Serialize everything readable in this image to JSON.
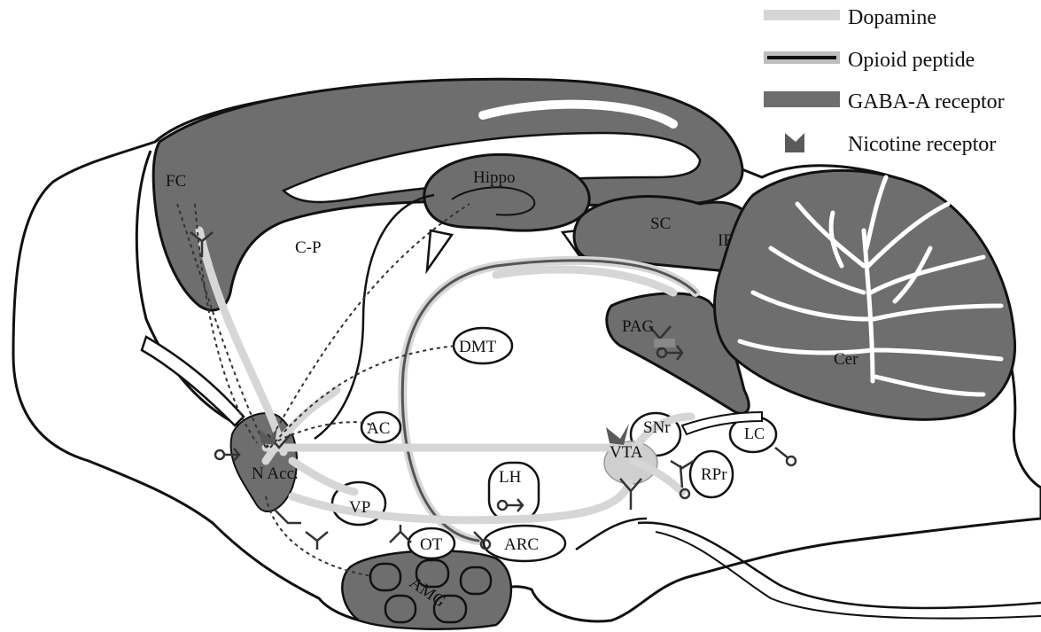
{
  "legend": {
    "items": [
      {
        "label": "Dopamine",
        "icon": "dopamine-pathway-swatch",
        "color": "#d6d6d6"
      },
      {
        "label": "Opioid peptide",
        "icon": "opioid-peptide-swatch",
        "color": "#111111"
      },
      {
        "label": "GABA-A receptor",
        "icon": "gaba-a-receptor-swatch",
        "color": "#6e6e6e"
      },
      {
        "label": "Nicotine receptor",
        "icon": "nicotine-receptor-icon",
        "color": "#5a5a5a"
      }
    ]
  },
  "regions": {
    "fc": "FC",
    "cp": "C-P",
    "hippo": "Hippo",
    "sc": "SC",
    "if": "IF",
    "pag": "PAG",
    "dmt": "DMT",
    "cer": "Cer",
    "ac": "AC",
    "nacc": "N Acc.",
    "vp": "VP",
    "lh": "LH",
    "vta": "VTA",
    "snr": "SNr",
    "lc": "LC",
    "rpr": "RPr",
    "ot": "OT",
    "arc": "ARC",
    "amg": "AMG"
  },
  "colors": {
    "gaba_fill": "#6e6e6e",
    "dopamine": "#d6d6d6",
    "outline": "#111111",
    "nicotine": "#5a5a5a"
  }
}
